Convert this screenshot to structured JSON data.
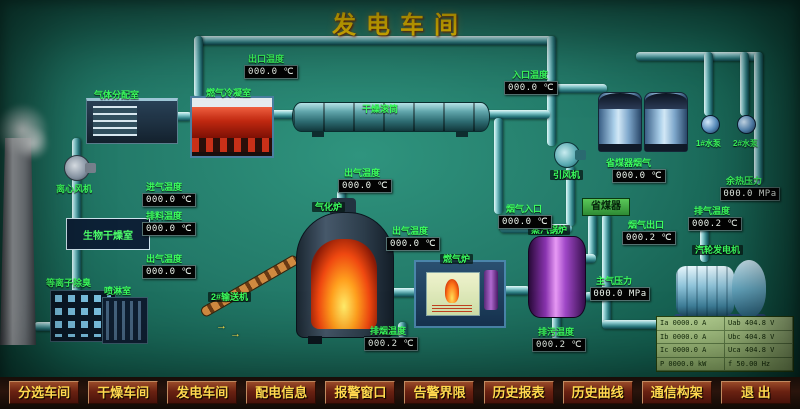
{
  "title": "发电车间",
  "equipment": {
    "gas_distribution": "气体分配室",
    "condenser": "燃气冷凝室",
    "drum": "干燥滚筒",
    "centrifugal_fan": "离心风机",
    "bio_room": "生物干燥室",
    "plasma": "等离子除臭",
    "spray": "喷淋室",
    "gasifier": "气化炉",
    "gas_furnace": "燃气炉",
    "boiler": "蒸汽锅炉",
    "economizer": "省煤器",
    "induced_fan": "引风机",
    "generator": "汽轮发电机",
    "pump1": "1#水泵",
    "pump2": "2#水泵",
    "conveyor": "2#输送机"
  },
  "readings": {
    "outlet_top": {
      "label": "出口温度",
      "value": "000.0 ℃"
    },
    "inlet_top": {
      "label": "入口温度",
      "value": "000.0 ℃"
    },
    "intake_left": {
      "label": "进气温度",
      "value": "000.0 ℃"
    },
    "discharge_left": {
      "label": "排料温度",
      "value": "000.0 ℃"
    },
    "outgas_left": {
      "label": "出气温度",
      "value": "000.0 ℃"
    },
    "gasifier_out": {
      "label": "出气温度",
      "value": "000.0 ℃"
    },
    "furnace_out": {
      "label": "出气温度",
      "value": "000.0 ℃"
    },
    "flue_inlet": {
      "label": "烟气入口",
      "value": "000.0 ℃"
    },
    "econ_flue": {
      "label": "省煤器烟气",
      "value": "000.0 ℃"
    },
    "flue_outlet": {
      "label": "烟气出口",
      "value": "000.2 ℃"
    },
    "exhaust": {
      "label": "排气温度",
      "value": "000.2 ℃"
    },
    "waste_pressure": {
      "label": "余热压力",
      "value": "000.0 MPa"
    },
    "steam_pressure": {
      "label": "主气压力",
      "value": "000.0 MPa"
    },
    "boiler_drain": {
      "label": "排污温度",
      "value": "000.2 ℃"
    },
    "furnace_drain": {
      "label": "排烟温度",
      "value": "000.2 ℃"
    }
  },
  "gen_table": [
    [
      "Ia 0000.0 A",
      "Uab 404.8 V"
    ],
    [
      "Ib 0000.0 A",
      "Ubc 404.8 V"
    ],
    [
      "Ic 0000.0 A",
      "Uca 404.8 V"
    ],
    [
      "P 0000.0 kW",
      "f 50.00 Hz"
    ]
  ],
  "menu": [
    "分选车间",
    "干燥车间",
    "发电车间",
    "配电信息",
    "报警窗口",
    "告警界限",
    "历史报表",
    "历史曲线",
    "通信构架",
    "退 出"
  ]
}
